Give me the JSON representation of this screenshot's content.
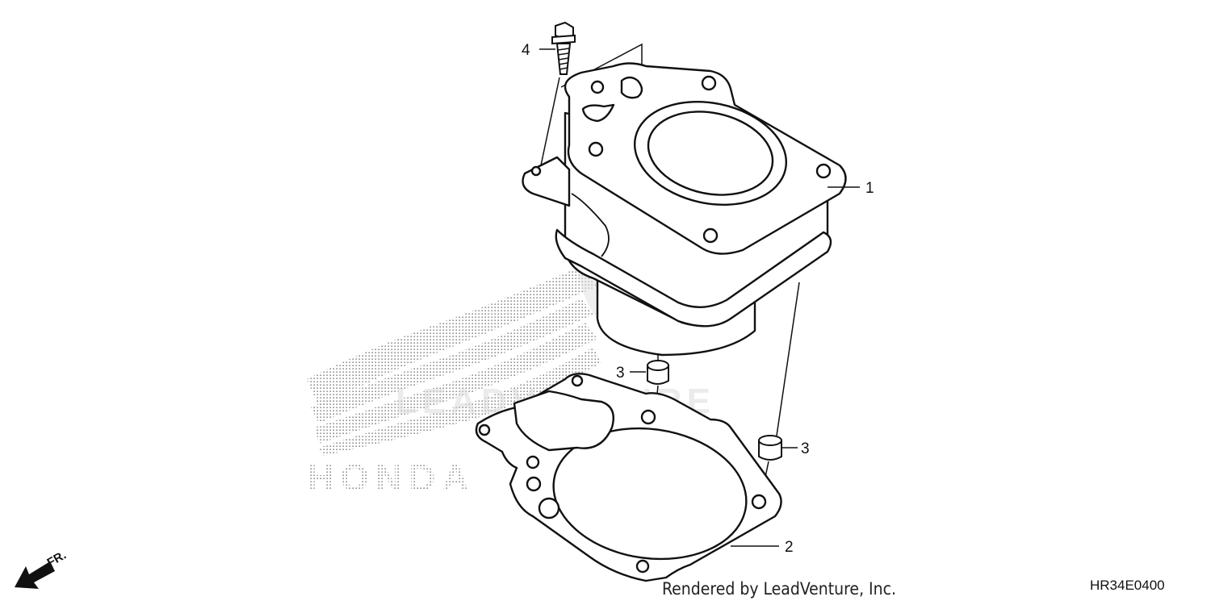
{
  "callouts": {
    "c1": "1",
    "c2": "2",
    "c3a": "3",
    "c3b": "3",
    "c4": "4"
  },
  "direction_label": "FR.",
  "watermark_text": "LEADVENTURE",
  "logo_text": "HONDA",
  "credit": "Rendered by LeadVenture, Inc.",
  "diagram_code": "HR34E0400",
  "colors": {
    "line": "#111111",
    "watermark": "#d9d9d9",
    "logo_dots": "#8a8a8a"
  }
}
